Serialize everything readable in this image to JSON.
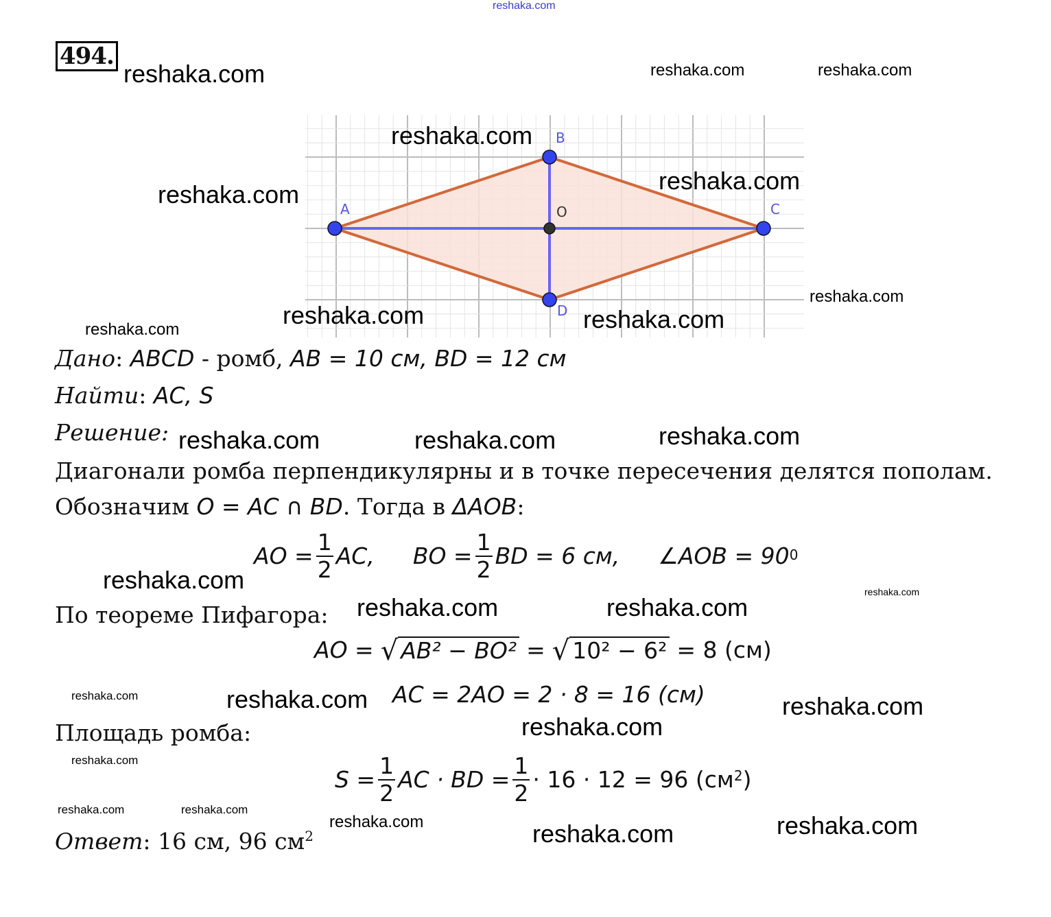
{
  "problem_number": "494.",
  "watermarks": [
    "reshaka.com",
    "reshaka.com",
    "reshaka.com",
    "reshaka.com",
    "reshaka.com",
    "reshaka.com",
    "reshaka.com",
    "reshaka.com",
    "reshaka.com",
    "reshaka.com",
    "reshaka.com",
    "reshaka.com",
    "reshaka.com",
    "reshaka.com",
    "reshaka.com",
    "reshaka.com",
    "reshaka.com",
    "reshaka.com",
    "reshaka.com",
    "reshaka.com",
    "reshaka.com",
    "reshaka.com",
    "reshaka.com",
    "reshaka.com",
    "reshaka.com",
    "reshaka.com",
    "reshaka.com",
    "reshaka.com"
  ],
  "figure": {
    "labels": {
      "A": "A",
      "B": "B",
      "C": "C",
      "D": "D",
      "O": "O"
    },
    "colors": {
      "side": "#d2693a",
      "fill": "#f9e2d8",
      "diagonal": "#6666ee",
      "point": "#3344ee",
      "center": "#333333",
      "grid": "#d8d8d8"
    }
  },
  "given": {
    "label": "Дано",
    "text": ": ",
    "math": "ABCD",
    "rest": " - ромб, ",
    "ab": "AB = 10 см, ",
    "bd": "BD = 12 см"
  },
  "find": {
    "label": "Найти",
    "text": ": ",
    "math": "AC, S"
  },
  "solution_label": "Решение:",
  "text1": "Диагонали ромба перпендикулярны и в точке пересечения делятся пополам.",
  "text2": {
    "pre": "Обозначим ",
    "math": "O = AC ∩ BD",
    "mid": ". Тогда в ",
    "tri": "ΔAOB",
    "post": ":"
  },
  "formula1": {
    "ao": "AO =",
    "one": "1",
    "two": "2",
    "ac": "AC,",
    "bo": "BO =",
    "bd": "BD = 6 см,",
    "angle": "∠AOB = 90",
    "deg": "0"
  },
  "text3": "По теореме Пифагора:",
  "formula2": {
    "lhs": "AO =",
    "rad1": "AB² − BO²",
    "eq": "=",
    "rad2": "10² − 6²",
    "rhs": "= 8 (см)"
  },
  "formula3": "AC = 2AO = 2 · 8 = 16 (см)",
  "text4": "Площадь ромба:",
  "formula4": {
    "s": "S =",
    "one": "1",
    "two": "2",
    "mid": "AC · BD =",
    "rhs": "· 16 · 12 = 96 (см",
    "sq": "2",
    "close": ")"
  },
  "answer": {
    "label": "Ответ",
    "text": ": 16 см, 96 см",
    "sq": "2"
  }
}
